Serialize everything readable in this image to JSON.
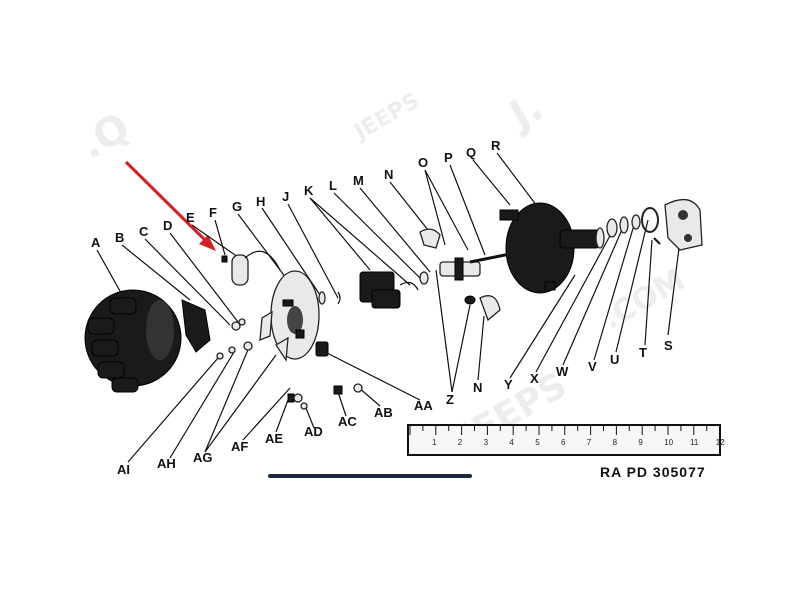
{
  "reference_number": "RA PD 305077",
  "labels": {
    "a": "A",
    "b": "B",
    "c": "C",
    "d": "D",
    "e": "E",
    "f": "F",
    "g": "G",
    "h": "H",
    "j": "J",
    "k": "K",
    "l": "L",
    "m": "M",
    "n_top": "N",
    "o": "O",
    "p": "P",
    "q": "Q",
    "r": "R",
    "s": "S",
    "t": "T",
    "u": "U",
    "v": "V",
    "w": "W",
    "x": "X",
    "y": "Y",
    "n_bottom": "N",
    "z": "Z",
    "aa": "AA",
    "ab": "AB",
    "ac": "AC",
    "ad": "AD",
    "ae": "AE",
    "af": "AF",
    "ag": "AG",
    "ah": "AH",
    "ai": "AI"
  },
  "ruler": {
    "numbers": [
      "1",
      "2",
      "3",
      "4",
      "5",
      "6",
      "7",
      "8",
      "9",
      "10",
      "11",
      "12"
    ]
  },
  "colors": {
    "arrow": "#d42020",
    "ink": "#111111",
    "watermark": "#d8d8d8"
  },
  "icons": {
    "highlight_arrow": "red-arrow-icon"
  }
}
